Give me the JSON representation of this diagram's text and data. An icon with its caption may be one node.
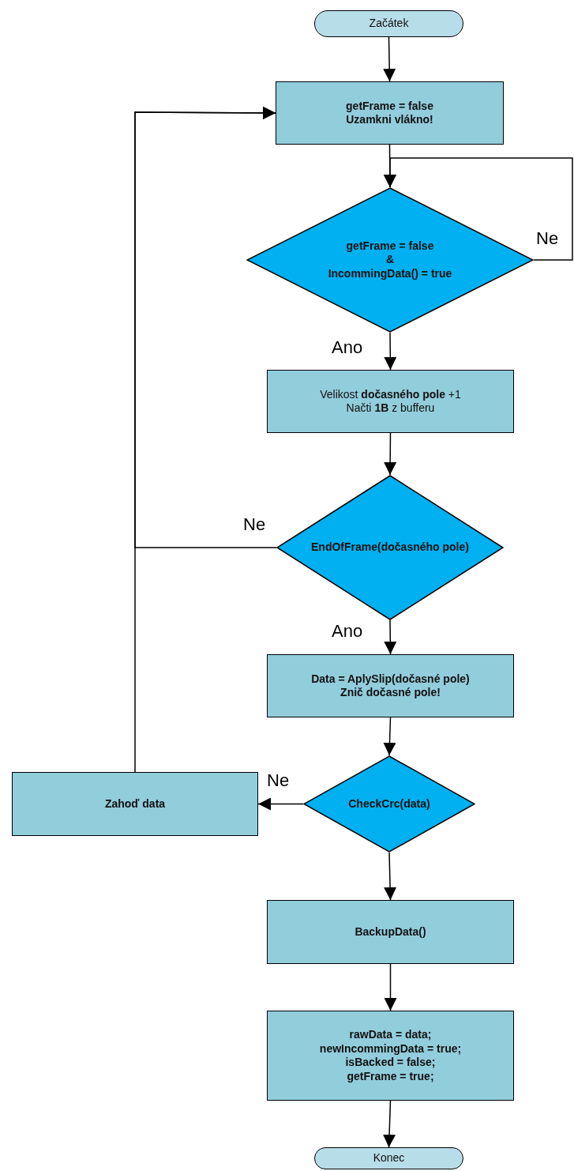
{
  "diagram": {
    "nodes": [
      {
        "text": [
          "Začátek"
        ]
      },
      {
        "text": [
          "getFrame = false",
          "Uzamkni vlákno!"
        ]
      },
      {
        "text": [
          "getFrame = false",
          "&",
          "IncommingData() = true"
        ]
      },
      {
        "text": [
          "Velikost **dočasného pole** +1",
          "Načti **1B** z bufferu"
        ]
      },
      {
        "text": [
          "EndOfFrame(dočasného pole)"
        ]
      },
      {
        "text": [
          "Data = AplySlip(dočasné pole)",
          "Znič dočasné pole!"
        ]
      },
      {
        "text": [
          "CheckCrc(data)"
        ]
      },
      {
        "text": [
          "Zahoď data"
        ]
      },
      {
        "text": [
          "BackupData()"
        ]
      },
      {
        "text": [
          "rawData = data;",
          "newIncommingData = true;",
          "isBacked = false;",
          "getFrame = true;"
        ]
      },
      {
        "text": [
          "Konec"
        ]
      }
    ],
    "edges": [
      {
        "from": 0,
        "to": 1,
        "arrow": "to"
      },
      {
        "from": 1,
        "to": 2,
        "arrow": "to"
      },
      {
        "from": 2,
        "to": 2,
        "arrow": "to",
        "label": "Ne"
      },
      {
        "from": 2,
        "to": 3,
        "arrow": "to",
        "label": "Ano"
      },
      {
        "from": 3,
        "to": 4,
        "arrow": "to"
      },
      {
        "from": 4,
        "to": 1,
        "arrow": "to",
        "label": "Ne"
      },
      {
        "from": 4,
        "to": 5,
        "arrow": "to",
        "label": "Ano"
      },
      {
        "from": 5,
        "to": 6,
        "arrow": "to"
      },
      {
        "from": 6,
        "to": 7,
        "arrow": "to",
        "label": "Ne"
      },
      {
        "from": 6,
        "to": 8,
        "arrow": "to"
      },
      {
        "from": 7,
        "to": 1,
        "arrow": "to"
      },
      {
        "from": 8,
        "to": 9,
        "arrow": "to"
      },
      {
        "from": 9,
        "to": 10,
        "arrow": "to"
      }
    ]
  }
}
